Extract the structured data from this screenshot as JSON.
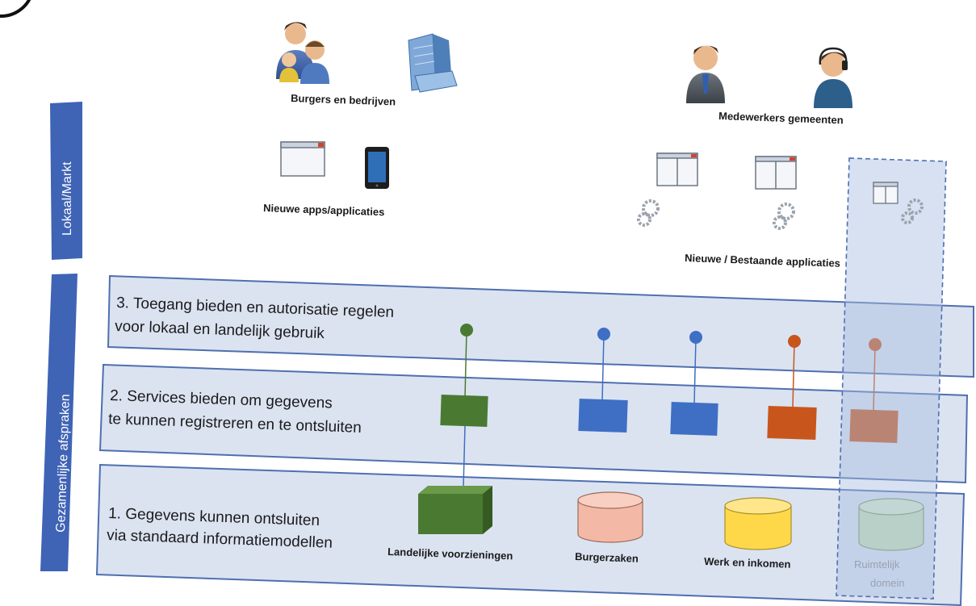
{
  "side_labels": {
    "top": "Lokaal/Markt",
    "bottom": "Gezamenlijke afspraken"
  },
  "actors": {
    "citizens": "Burgers en bedrijven",
    "employees": "Medewerkers gemeenten"
  },
  "apps": {
    "new": "Nieuwe apps/applicaties",
    "new_existing": "Nieuwe / Bestaande applicaties"
  },
  "layers": [
    {
      "line1": "3. Toegang bieden en autorisatie regelen",
      "line2": "voor lokaal en landelijk gebruik"
    },
    {
      "line1": "2. Services bieden om gegevens",
      "line2": "te kunnen registreren en te ontsluiten"
    },
    {
      "line1": "1. Gegevens kunnen ontsluiten",
      "line2": "via standaard informatiemodellen"
    }
  ],
  "sources": [
    {
      "label": "Landelijke voorzieningen",
      "color": "#4a7a32"
    },
    {
      "label": "Burgerzaken",
      "color": "#f4b9a6"
    },
    {
      "label": "Werk en inkomen",
      "color": "#ffd84a"
    },
    {
      "label": "Ruimtelijk domein",
      "line1": "Ruimtelijk",
      "line2": "domein",
      "color": "#c6e0b4"
    }
  ],
  "colors": {
    "green": "#4a7a32",
    "blue": "#3e6fc4",
    "orange": "#c8561c",
    "band_fill": "#dbe3f1",
    "band_stroke": "#4f6fb0",
    "side_label": "#3f63b5"
  }
}
